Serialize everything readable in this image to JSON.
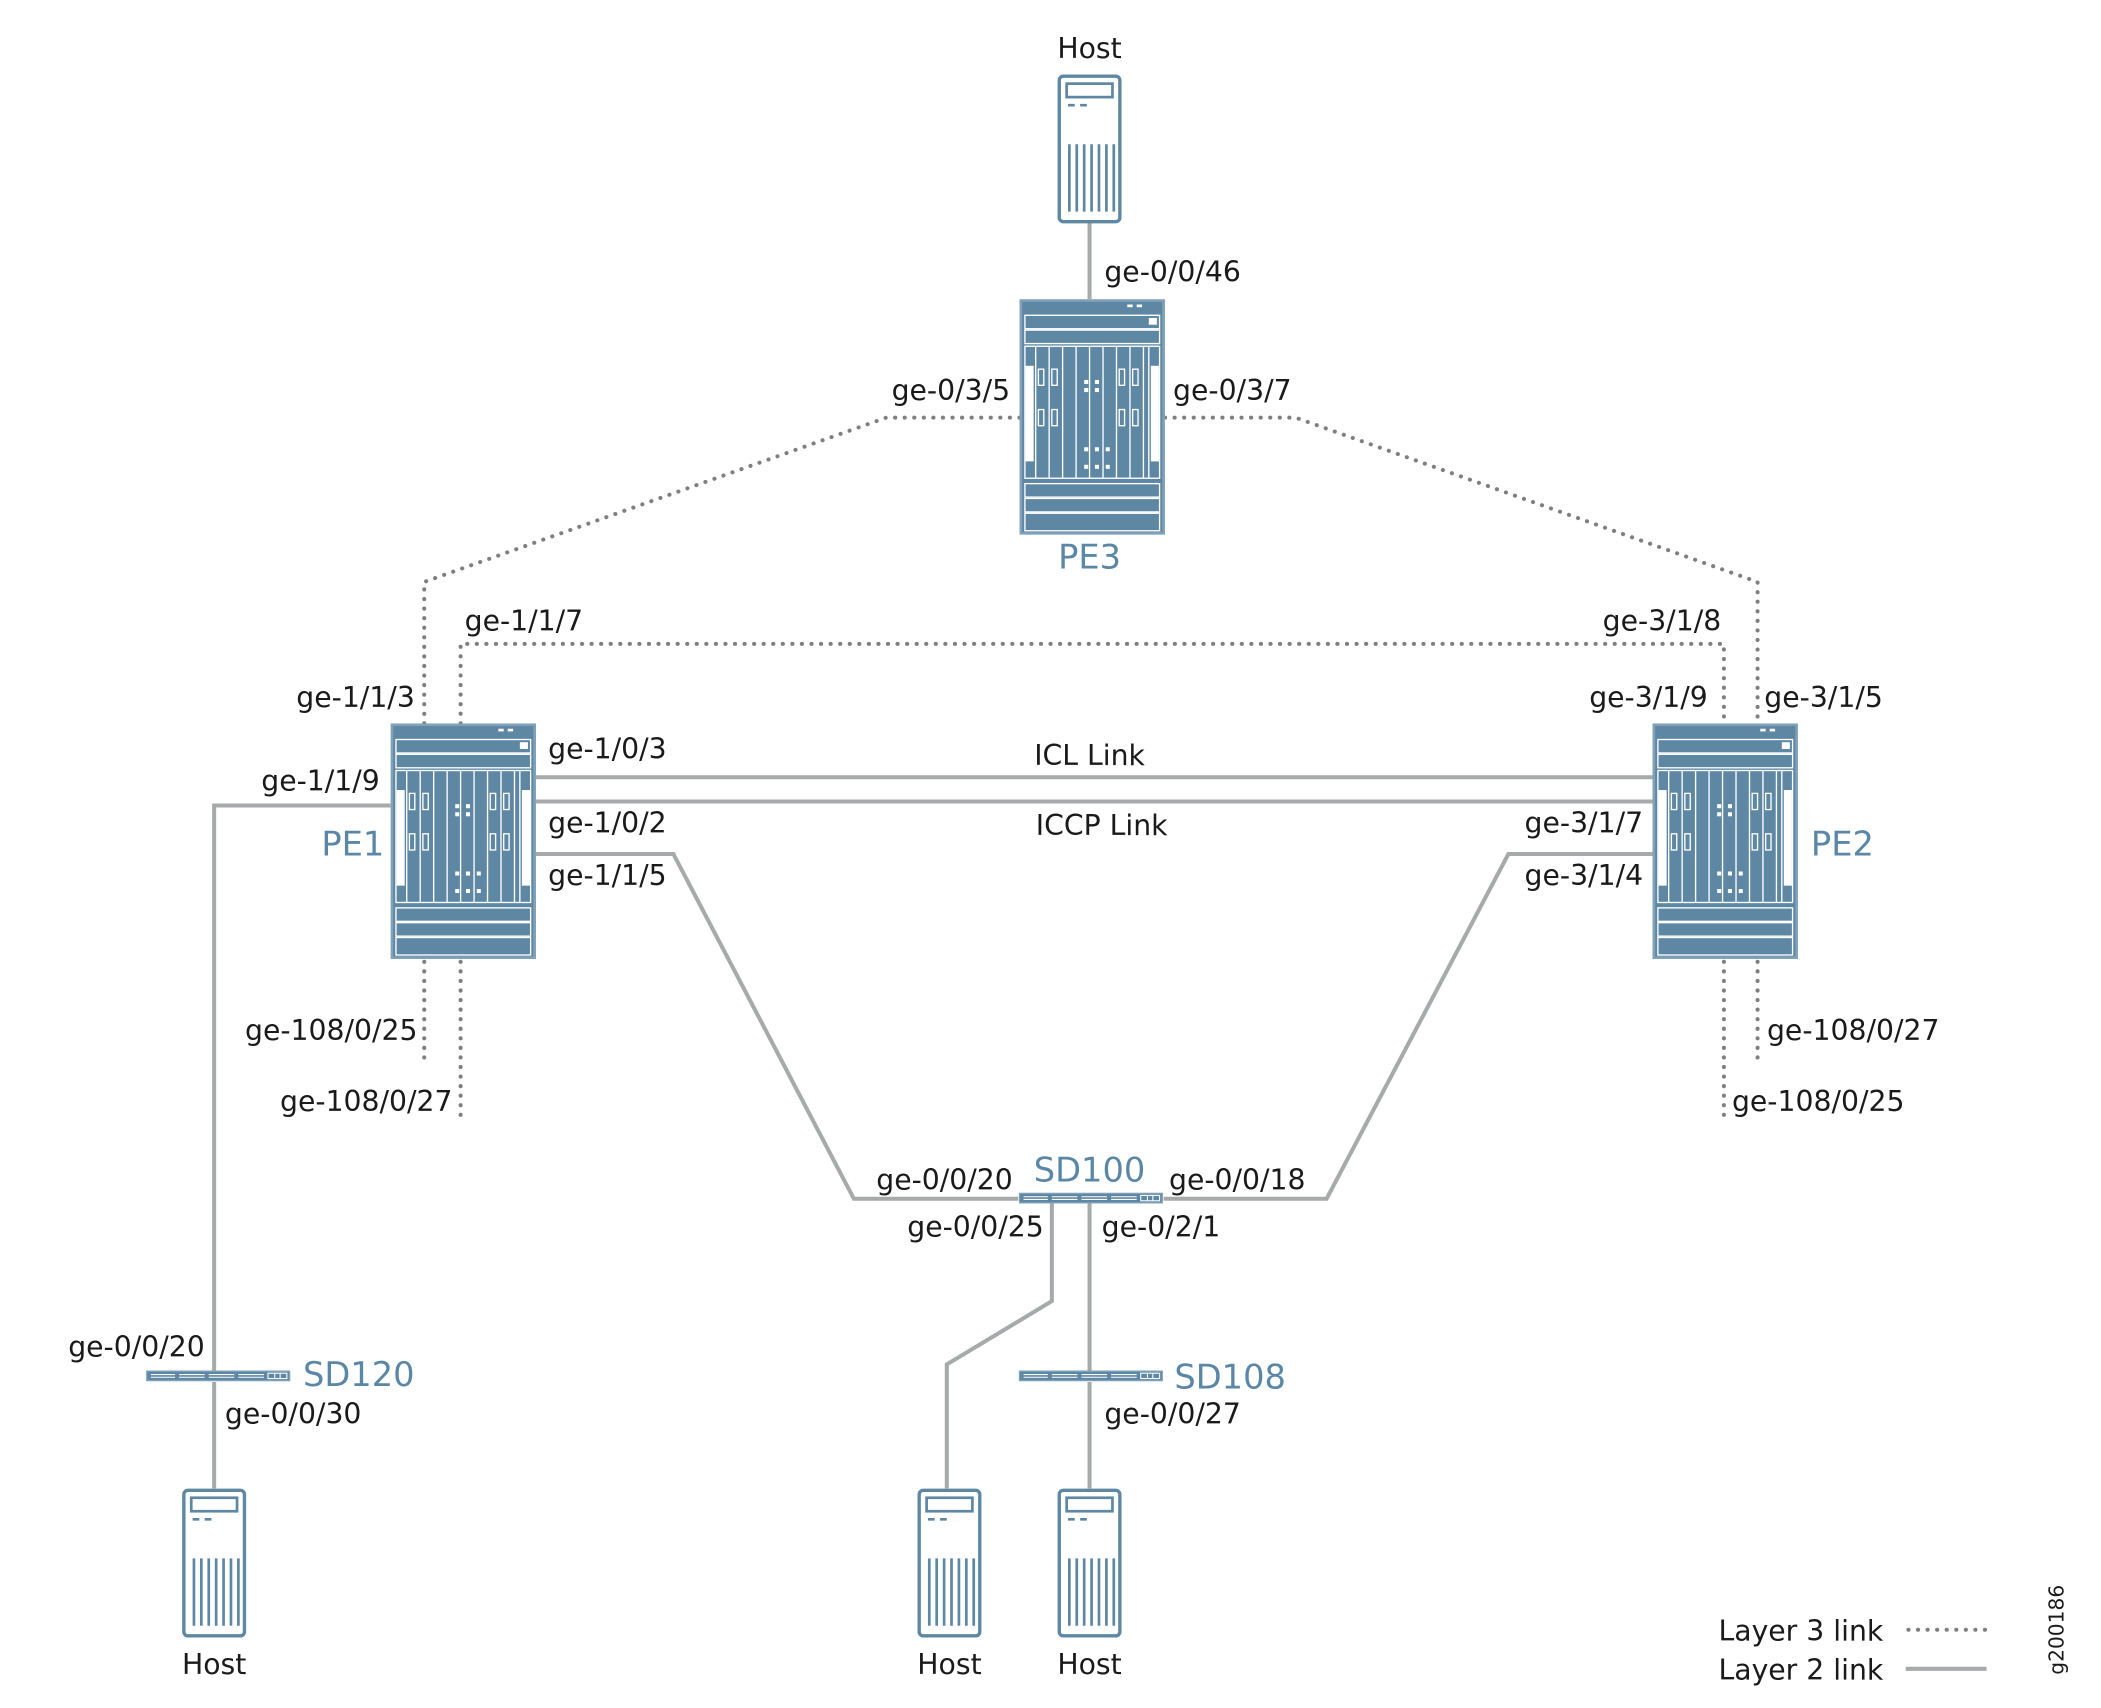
{
  "colors": {
    "device": "#5e87a3",
    "device_label": "#5b87a6",
    "layer2_link": "#a7a9ab",
    "layer3_link": "#7d7f81"
  },
  "devices": {
    "pe1": "PE1",
    "pe2": "PE2",
    "pe3": "PE3",
    "sd100": "SD100",
    "sd108": "SD108",
    "sd120": "SD120",
    "host_top": "Host",
    "host_sd120": "Host",
    "host_sd100": "Host",
    "host_sd108": "Host"
  },
  "links": {
    "icl": "ICL Link",
    "iccp": "ICCP Link"
  },
  "ports": {
    "pe3_host": "ge-0/0/46",
    "pe3_pe1": "ge-0/3/5",
    "pe3_pe2": "ge-0/3/7",
    "pe1_pe3": "ge-1/1/3",
    "pe1_pe2_l3": "ge-1/1/7",
    "pe1_icl": "ge-1/0/3",
    "pe1_iccp": "ge-1/0/2",
    "pe1_sd100": "ge-1/1/5",
    "pe1_sd120": "ge-1/1/9",
    "pe1_108_25": "ge-108/0/25",
    "pe1_108_27": "ge-108/0/27",
    "pe2_pe1_l3": "ge-3/1/8",
    "pe2_a": "ge-3/1/9",
    "pe2_pe3": "ge-3/1/5",
    "pe2_iccp": "ge-3/1/7",
    "pe2_sd100": "ge-3/1/4",
    "pe2_108_27": "ge-108/0/27",
    "pe2_108_25": "ge-108/0/25",
    "sd100_pe1": "ge-0/0/20",
    "sd100_pe2": "ge-0/0/18",
    "sd100_host": "ge-0/0/25",
    "sd100_sd108": "ge-0/2/1",
    "sd108_host": "ge-0/0/27",
    "sd120_pe1": "ge-0/0/20",
    "sd120_host": "ge-0/0/30"
  },
  "legend": {
    "layer3": "Layer 3 link",
    "layer2": "Layer 2 link"
  },
  "figure_id": "g200186"
}
